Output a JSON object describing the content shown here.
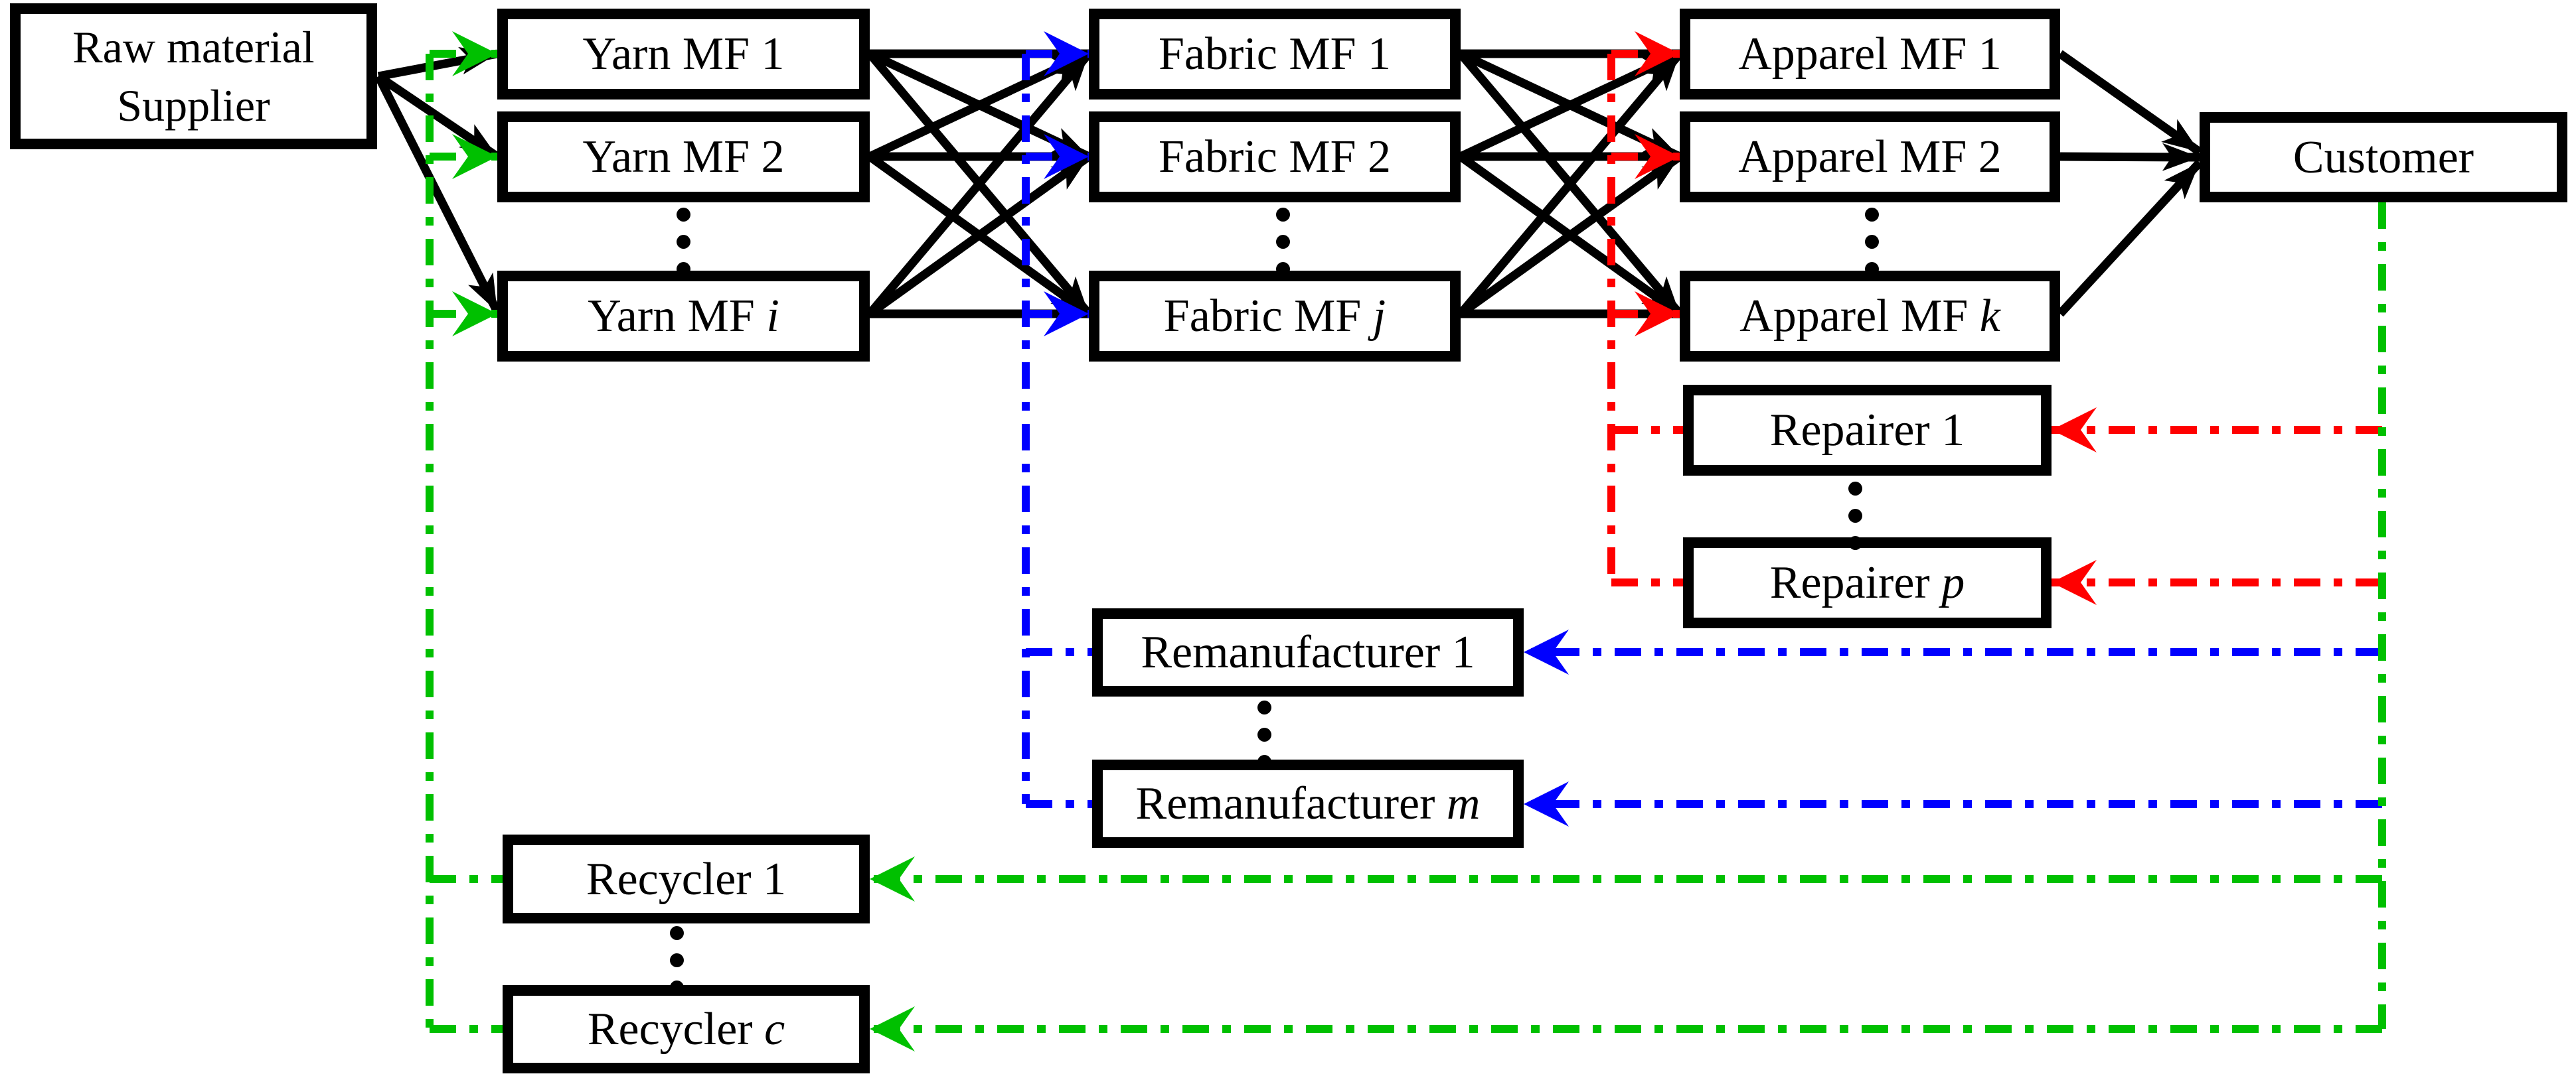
{
  "figure": {
    "type": "supply-chain-network-diagram",
    "description_visible_text_only": true
  },
  "colors": {
    "forward": "#000000",
    "repair": "#ff0000",
    "reman": "#0000ff",
    "recycle": "#00c000",
    "box_border": "#000000",
    "background": "#ffffff"
  },
  "nodes": {
    "supplier": {
      "line1": "Raw material",
      "line2": "Supplier"
    },
    "yarn1": {
      "prefix": "Yarn MF 1",
      "suffix": ""
    },
    "yarn2": {
      "prefix": "Yarn MF 2",
      "suffix": ""
    },
    "yarnN": {
      "prefix": "Yarn MF ",
      "suffix": "i"
    },
    "fabric1": {
      "prefix": "Fabric MF 1",
      "suffix": ""
    },
    "fabric2": {
      "prefix": "Fabric MF 2",
      "suffix": ""
    },
    "fabricN": {
      "prefix": "Fabric MF ",
      "suffix": "j"
    },
    "apparel1": {
      "prefix": "Apparel MF 1",
      "suffix": ""
    },
    "apparel2": {
      "prefix": "Apparel MF 2",
      "suffix": ""
    },
    "apparelN": {
      "prefix": "Apparel MF ",
      "suffix": "k"
    },
    "customer": {
      "prefix": "Customer",
      "suffix": ""
    },
    "repairer1": {
      "prefix": "Repairer 1",
      "suffix": ""
    },
    "repairerN": {
      "prefix": "Repairer ",
      "suffix": "p"
    },
    "reman1": {
      "prefix": "Remanufacturer 1",
      "suffix": ""
    },
    "remanN": {
      "prefix": "Remanufacturer ",
      "suffix": "m"
    },
    "recycler1": {
      "prefix": "Recycler 1",
      "suffix": ""
    },
    "recyclerN": {
      "prefix": "Recycler ",
      "suffix": "c"
    }
  },
  "flows": [
    {
      "name": "forward-flow",
      "style": "solid",
      "color": "#000000",
      "path": "Raw material Supplier -> Yarn MFs -> Fabric MFs -> Apparel MFs -> Customer"
    },
    {
      "name": "repair-flow",
      "style": "dash-dot",
      "color": "#ff0000",
      "path": "Customer -> Repairers -> Apparel MFs"
    },
    {
      "name": "remanufacture-flow",
      "style": "dash-dot",
      "color": "#0000ff",
      "path": "Customer -> Remanufacturers -> Fabric MFs"
    },
    {
      "name": "recycle-flow",
      "style": "dash-dot",
      "color": "#00c000",
      "path": "Customer -> Recyclers -> Yarn MFs"
    }
  ],
  "ellipsis_symbol": "⋮"
}
